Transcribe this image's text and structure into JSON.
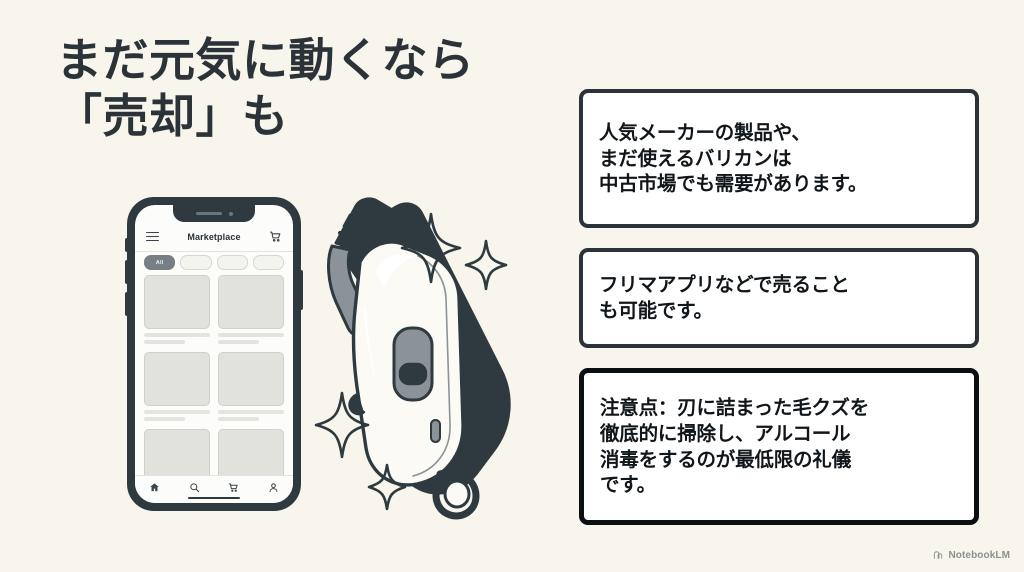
{
  "slide": {
    "background_color": "#F7F5EC",
    "title": "まだ元気に動くなら\n「売却」も",
    "title_color": "#2B3339"
  },
  "phone": {
    "app_title": "Marketplace",
    "menu_icon": "hamburger-menu-icon",
    "cart_icon": "shopping-cart-icon",
    "chips": [
      {
        "label": "All",
        "active": true
      },
      {
        "label": "",
        "active": false
      },
      {
        "label": "",
        "active": false
      },
      {
        "label": "",
        "active": false
      }
    ],
    "cards_count": 6,
    "tabbar": [
      {
        "icon": "home-icon"
      },
      {
        "icon": "search-icon"
      },
      {
        "icon": "shopping-cart-icon"
      },
      {
        "icon": "profile-icon"
      }
    ]
  },
  "illustration": {
    "name": "hair-clipper-illustration",
    "body_color": "#FBFAF5",
    "outline_color": "#2E3A40",
    "accent_color": "#8B9398",
    "sparkle_count": 4
  },
  "callouts": [
    {
      "text": "人気メーカーの製品や、\nまだ使えるバリカンは\n中古市場でも需要があります。",
      "border_color": "#2B3339"
    },
    {
      "text": "フリマアプリなどで売ること\nも可能です。",
      "border_color": "#2B3339"
    },
    {
      "text": "注意点：刃に詰まった毛クズを\n徹底的に掃除し、アルコール\n消毒をするのが最低限の礼儀\nです。",
      "border_color": "#0B0F11"
    }
  ],
  "watermark": {
    "label": "NotebookLM",
    "icon": "notebooklm-logo-icon"
  }
}
